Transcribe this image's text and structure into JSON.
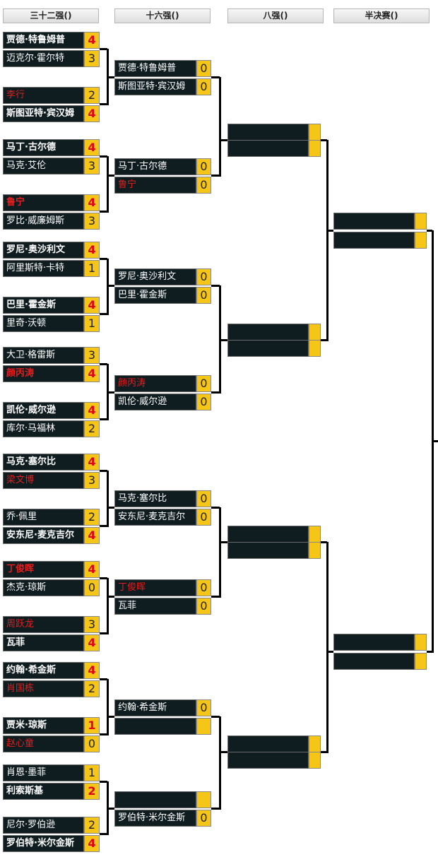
{
  "rounds": [
    {
      "id": "r32",
      "title": "三十二强()"
    },
    {
      "id": "r16",
      "title": "十六强()"
    },
    {
      "id": "qf",
      "title": "八强()"
    },
    {
      "id": "sf",
      "title": "半决赛()"
    }
  ],
  "matches": {
    "r32": [
      [
        {
          "name": "贾德·特鲁姆普",
          "score": "4",
          "bold": true,
          "red": false,
          "score_red": true
        },
        {
          "name": "迈克尔·霍尔特",
          "score": "3",
          "bold": false,
          "red": false,
          "score_red": false
        }
      ],
      [
        {
          "name": "李行",
          "score": "2",
          "bold": false,
          "red": true,
          "score_red": false
        },
        {
          "name": "斯图亚特·宾汉姆",
          "score": "4",
          "bold": true,
          "red": false,
          "score_red": true
        }
      ],
      [
        {
          "name": "马丁·古尔德",
          "score": "4",
          "bold": true,
          "red": false,
          "score_red": true
        },
        {
          "name": "马克·艾伦",
          "score": "3",
          "bold": false,
          "red": false,
          "score_red": false
        }
      ],
      [
        {
          "name": "鲁宁",
          "score": "4",
          "bold": true,
          "red": true,
          "score_red": true
        },
        {
          "name": "罗比·威廉姆斯",
          "score": "3",
          "bold": false,
          "red": false,
          "score_red": false
        }
      ],
      [
        {
          "name": "罗尼·奥沙利文",
          "score": "4",
          "bold": true,
          "red": false,
          "score_red": true
        },
        {
          "name": "阿里斯特·卡特",
          "score": "1",
          "bold": false,
          "red": false,
          "score_red": false
        }
      ],
      [
        {
          "name": "巴里·霍金斯",
          "score": "4",
          "bold": true,
          "red": false,
          "score_red": true
        },
        {
          "name": "里奇·沃顿",
          "score": "1",
          "bold": false,
          "red": false,
          "score_red": false
        }
      ],
      [
        {
          "name": "大卫·格雷斯",
          "score": "3",
          "bold": false,
          "red": false,
          "score_red": false
        },
        {
          "name": "颜丙涛",
          "score": "4",
          "bold": true,
          "red": true,
          "score_red": true
        }
      ],
      [
        {
          "name": "凯伦·威尔逊",
          "score": "4",
          "bold": true,
          "red": false,
          "score_red": true
        },
        {
          "name": "库尔·马福林",
          "score": "2",
          "bold": false,
          "red": false,
          "score_red": false
        }
      ],
      [
        {
          "name": "马克·塞尔比",
          "score": "4",
          "bold": true,
          "red": false,
          "score_red": true
        },
        {
          "name": "梁文博",
          "score": "3",
          "bold": false,
          "red": true,
          "score_red": false
        }
      ],
      [
        {
          "name": "乔·佩里",
          "score": "2",
          "bold": false,
          "red": false,
          "score_red": false
        },
        {
          "name": "安东尼·麦克吉尔",
          "score": "4",
          "bold": true,
          "red": false,
          "score_red": true
        }
      ],
      [
        {
          "name": "丁俊晖",
          "score": "4",
          "bold": true,
          "red": true,
          "score_red": true
        },
        {
          "name": "杰克·琼斯",
          "score": "0",
          "bold": false,
          "red": false,
          "score_red": false
        }
      ],
      [
        {
          "name": "周跃龙",
          "score": "3",
          "bold": false,
          "red": true,
          "score_red": false
        },
        {
          "name": "瓦菲",
          "score": "4",
          "bold": true,
          "red": false,
          "score_red": true
        }
      ],
      [
        {
          "name": "约翰·希金斯",
          "score": "4",
          "bold": true,
          "red": false,
          "score_red": true
        },
        {
          "name": "肖国栋",
          "score": "2",
          "bold": false,
          "red": true,
          "score_red": false
        }
      ],
      [
        {
          "name": "贾米·琼斯",
          "score": "1",
          "bold": true,
          "red": false,
          "score_red": true
        },
        {
          "name": "赵心童",
          "score": "0",
          "bold": false,
          "red": true,
          "score_red": false
        }
      ],
      [
        {
          "name": "肖恩·墨菲",
          "score": "1",
          "bold": false,
          "red": false,
          "score_red": false
        },
        {
          "name": "利索斯基",
          "score": "2",
          "bold": true,
          "red": false,
          "score_red": true
        }
      ],
      [
        {
          "name": "尼尔·罗伯逊",
          "score": "2",
          "bold": false,
          "red": false,
          "score_red": false
        },
        {
          "name": "罗伯特·米尔金斯",
          "score": "4",
          "bold": true,
          "red": false,
          "score_red": true
        }
      ]
    ],
    "r16": [
      [
        {
          "name": "贾德·特鲁姆普",
          "score": "0",
          "red": false
        },
        {
          "name": "斯图亚特·宾汉姆",
          "score": "0",
          "red": false
        }
      ],
      [
        {
          "name": "马丁·古尔德",
          "score": "0",
          "red": false
        },
        {
          "name": "鲁宁",
          "score": "0",
          "red": true
        }
      ],
      [
        {
          "name": "罗尼·奥沙利文",
          "score": "0",
          "red": false
        },
        {
          "name": "巴里·霍金斯",
          "score": "0",
          "red": false
        }
      ],
      [
        {
          "name": "颜丙涛",
          "score": "0",
          "red": true
        },
        {
          "name": "凯伦·威尔逊",
          "score": "0",
          "red": false
        }
      ],
      [
        {
          "name": "马克·塞尔比",
          "score": "0",
          "red": false
        },
        {
          "name": "安东尼·麦克吉尔",
          "score": "0",
          "red": false
        }
      ],
      [
        {
          "name": "丁俊晖",
          "score": "0",
          "red": true
        },
        {
          "name": "瓦菲",
          "score": "0",
          "red": false
        }
      ],
      [
        {
          "name": "约翰·希金斯",
          "score": "0",
          "red": false
        },
        {
          "name": "",
          "score": "",
          "red": false
        }
      ],
      [
        {
          "name": "",
          "score": "",
          "red": false
        },
        {
          "name": "罗伯特·米尔金斯",
          "score": "0",
          "red": false
        }
      ]
    ],
    "qf": [
      [
        {
          "name": "",
          "score": ""
        },
        {
          "name": "",
          "score": ""
        }
      ],
      [
        {
          "name": "",
          "score": ""
        },
        {
          "name": "",
          "score": ""
        }
      ],
      [
        {
          "name": "",
          "score": ""
        },
        {
          "name": "",
          "score": ""
        }
      ],
      [
        {
          "name": "",
          "score": ""
        },
        {
          "name": "",
          "score": ""
        }
      ]
    ],
    "sf": [
      [
        {
          "name": "",
          "score": ""
        },
        {
          "name": "",
          "score": ""
        }
      ],
      [
        {
          "name": "",
          "score": ""
        },
        {
          "name": "",
          "score": ""
        }
      ]
    ]
  },
  "colors": {
    "name_bg": "#0f1c20",
    "score_bg": "#f5c518",
    "winner_red": "#e41e1e",
    "line": "#000000"
  }
}
